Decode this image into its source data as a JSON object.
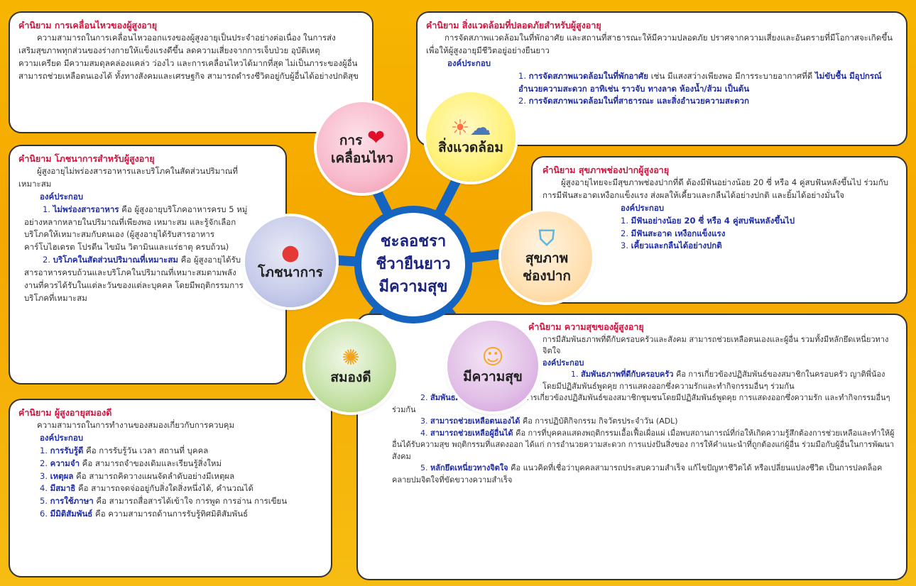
{
  "center": {
    "line1": "ชะลอชรา",
    "line2": "ชีวายืนยาว",
    "line3": "มีความสุข"
  },
  "nodes": {
    "movement": {
      "l1": "การ",
      "l2": "เคลื่อนไหว",
      "icon": "heart-icon"
    },
    "environment": {
      "l1": "สิ่งแวดล้อม",
      "icon": "sun-cloud-icon"
    },
    "nutrition": {
      "l1": "โภชนาการ",
      "icon": "apple-icon"
    },
    "oral": {
      "l1": "สุขภาพ",
      "l2": "ช่องปาก",
      "icon": "tooth-icon"
    },
    "brain": {
      "l1": "สมองดี",
      "icon": "brain-icon"
    },
    "happy": {
      "l1": "มีความสุข",
      "icon": "smile-icon"
    }
  },
  "panels": {
    "movement": {
      "title": "คำนิยาม การเคลื่อนไหวของผู้สูงอายุ",
      "body": "ความสามารถในการเคลื่อนไหวออกแรงของผู้สูงอายุเป็นประจำอย่างต่อเนื่อง ในการส่งเสริมสุขภาพทุกส่วนของร่างกายให้แข็งแรงดีขึ้น ลดความเสี่ยงจากการเจ็บป่วย อุบัติเหตุ ความเครียด มีความสมดุลคล่องแคล่ว ว่องไว และการเคลื่อนไหวได้มากที่สุด ไม่เป็นภาระของผู้อื่น สามารถช่วยเหลือตนเองได้ ทั้งทางสังคมและเศรษฐกิจ สามารถดำรงชีวิตอยู่กับผู้อื่นได้อย่างปกติสุข"
    },
    "environment": {
      "title": "คำนิยาม สิ่งแวดล้อมที่ปลอดภัยสำหรับผู้สูงอายุ",
      "body": "การจัดสภาพแวดล้อมในที่พักอาศัย และสถานที่สาธารณะให้มีความปลอดภัย ปราศจากความเสี่ยงและอันตรายที่มีโอกาสจะเกิดขึ้น เพื่อให้ผู้สูงอายุมีชีวิตอยู่อย่างยืนยาว",
      "sub": "องค์ประกอบ",
      "items": [
        {
          "n": "1.",
          "k": "การจัดสภาพแวดล้อมในที่พักอาศัย",
          "t": " เช่น มีแสงสว่างเพียงพอ มีการระบายอากาศที่ดี ",
          "k2": "ไม่ขับชื้น มีอุปกรณ์อำนวยความสะดวก อาทิเช่น ราวจับ ทางลาด ห้องน้ำ/ส้วม เป็นต้น"
        },
        {
          "n": "2.",
          "k": "การจัดสภาพแวดล้อมในที่สาธารณะ และสิ่งอำนวยความสะดวก",
          "t": "",
          "k2": ""
        }
      ]
    },
    "nutrition": {
      "title": "คำนิยาม โภชนาการสำหรับผู้สูงอายุ",
      "body": "ผู้สูงอายุไม่พร่องสารอาหารและบริโภคในสัดส่วนปริมาณที่เหมาะสม",
      "sub": "องค์ประกอบ",
      "items": [
        {
          "n": "1.",
          "k": "ไม่พร่องสารอาหาร",
          "t": " คือ ผู้สูงอายุบริโภคอาหารครบ 5 หมู่ อย่างหลากหลายในปริมาณที่เพียงพอ เหมาะสม และรู้จักเลือกบริโภคให้เหมาะสมกับตนเอง (ผู้สูงอายุได้รับสารอาหาร คาร์โบไฮเดรต โปรตีน ไขมัน วิตามินและแร่ธาตุ ครบถ้วน)"
        },
        {
          "n": "2.",
          "k": "บริโภคในสัดส่วนปริมาณที่เหมาะสม",
          "t": " คือ ผู้สูงอายุได้รับสารอาหารครบถ้วนและบริโภคในปริมาณที่เหมาะสมตามพลังงานที่ควรได้รับในแต่ละวันของแต่ละบุคคล โดยมีพฤติกรรมการบริโภคที่เหมาะสม"
        }
      ]
    },
    "oral": {
      "title": "คำนิยาม สุขภาพช่องปากผู้สูงอายุ",
      "body": "ผู้สูงอายุไทยจะมีสุขภาพช่องปากที่ดี ต้องมีฟันอย่างน้อย 20 ซี่ หรือ 4 คู่สบฟันหลังขึ้นไป ร่วมกับการมีฟันสะอาดเหงือกแข็งแรง ส่งผลให้เคี้ยวและกลืนได้อย่างปกติ และยิ้มได้อย่างมั่นใจ",
      "sub": "องค์ประกอบ",
      "items": [
        {
          "n": "1.",
          "k": "มีฟันอย่างน้อย 20 ซี่ หรือ 4 คู่สบฟันหลังขึ้นไป"
        },
        {
          "n": "2.",
          "k": "มีฟันสะอาด เหงือกแข็งแรง"
        },
        {
          "n": "3.",
          "k": "เคี้ยวและกลืนได้อย่างปกติ"
        }
      ]
    },
    "happy": {
      "title": "คำนิยาม ความสุขของผู้สูงอายุ",
      "body": "การมีสัมพันธภาพที่ดีกับครอบครัวและสังคม สามารถช่วยเหลือตนเองและผู้อื่น รวมทั้งมีหลักยึดเหนี่ยวทางจิตใจ",
      "sub": "องค์ประกอบ",
      "items": [
        {
          "n": "1.",
          "k": "สัมพันธภาพที่ดีกับครอบครัว",
          "t": " คือ การเกี่ยวข้องปฏิสัมพันธ์ของสมาชิกในครอบครัว ญาติพี่น้อง โดยมีปฏิสัมพันธ์พูดคุย การแสดงออกซึ่งความรักและทำกิจกรรมอื่นๆ ร่วมกัน"
        },
        {
          "n": "2.",
          "k": "สัมพันธภาพที่ดีกับสังคม",
          "t": " คือ การเกี่ยวข้องปฏิสัมพันธ์ของสมาชิกชุมชนโดยมีปฏิสัมพันธ์พูดคุย การแสดงออกซึ่งความรัก และทำกิจกรรมอื่นๆ ร่วมกัน"
        },
        {
          "n": "3.",
          "k": "สามารถช่วยเหลือตนเองได้",
          "t": " คือ การปฏิบัติกิจกรรม กิจวัตรประจำวัน (ADL)"
        },
        {
          "n": "4.",
          "k": "สามารถช่วยเหลือผู้อื่นได้",
          "t": " คือ การที่บุคคลแสดงพฤติกรรมเอื้อเฟื้อเผื่อแผ่ เมื่อพบสถานการณ์ที่ก่อให้เกิดความรู้สึกต้องการช่วยเหลือและทำให้ผู้อื่นได้รับความสุข พฤติกรรมที่แสดงออก ได้แก่ การอำนวยความสะดวก การแบ่งปันสิ่งของ การให้คำแนะนำที่ถูกต้องแก่ผู้อื่น ร่วมมือกับผู้อื่นในการพัฒนาสังคม"
        },
        {
          "n": "5.",
          "k": "หลักยึดเหนี่ยวทางจิตใจ",
          "t": " คือ แนวคิดที่เชื่อว่าบุคคลสามารถประสบความสำเร็จ แก้ไขปัญหาชีวิตได้ หรือเปลี่ยนแปลงชีวิต เป็นการปลดล็อค คลายปมจิตใจที่ขัดขวางความสำเร็จ"
        }
      ]
    },
    "brain": {
      "title": "คำนิยาม ผู้สูงอายุสมองดี",
      "body": "ความสามารถในการทำงานของสมองเกี่ยวกับการควบคุม",
      "sub": "องค์ประกอบ",
      "items": [
        {
          "n": "1.",
          "k": "การรับรู้ดี",
          "t": " คือ การรับรู้วัน เวลา สถานที่ บุคคล"
        },
        {
          "n": "2.",
          "k": "ความจำ",
          "t": " คือ สามารถจำของเดิมและเรียนรู้สิ่งใหม่"
        },
        {
          "n": "3.",
          "k": "เหตุผล",
          "t": " คือ สามารถคิดวางแผนจัดลำดับอย่างมีเหตุผล"
        },
        {
          "n": "4.",
          "k": "มีสมาธิ",
          "t": " คือ สามารถจดจ่ออยู่กับสิ่งใดสิ่งหนึ่งได้, คำนวณได้"
        },
        {
          "n": "5.",
          "k": "การใช้ภาษา",
          "t": " คือ สามารถสื่อสารได้เข้าใจ การพูด การอ่าน การเขียน"
        },
        {
          "n": "6.",
          "k": "มีมิติสัมพันธ์",
          "t": " คือ ความสามารถด้านการรับรู้ทิศมิติสัมพันธ์"
        }
      ]
    }
  }
}
